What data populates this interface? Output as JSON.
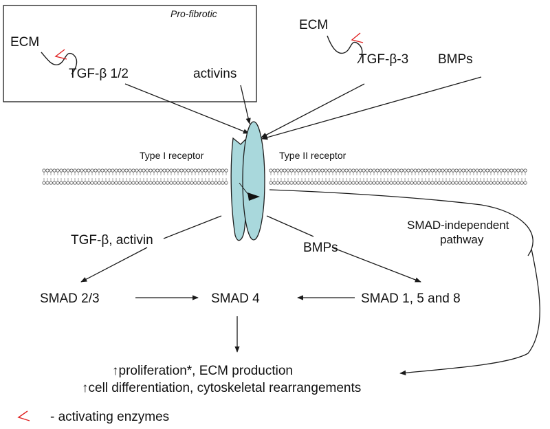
{
  "box_title": "Pro-fibrotic",
  "ligands": {
    "ecm_left": "ECM",
    "tgf_b12": "TGF-β 1/2",
    "activins": "activins",
    "ecm_right": "ECM",
    "tgf_b3": "TGF-β-3",
    "bmps_top": "BMPs"
  },
  "receptors": {
    "type1": "Type I receptor",
    "type2": "Type II receptor"
  },
  "pathways": {
    "tgf_activin": "TGF-β, activin",
    "bmps": "BMPs",
    "smad_indep_line1": "SMAD-independent",
    "smad_indep_line2": "pathway"
  },
  "smads": {
    "smad23": "SMAD 2/3",
    "smad4": "SMAD 4",
    "smad158": "SMAD 1, 5 and 8"
  },
  "outcome": {
    "line1": "↑proliferation*, ECM production",
    "line2": "↑cell differentiation, cytoskeletal rearrangements"
  },
  "legend": {
    "enzyme_label": "- activating enzymes"
  }
}
